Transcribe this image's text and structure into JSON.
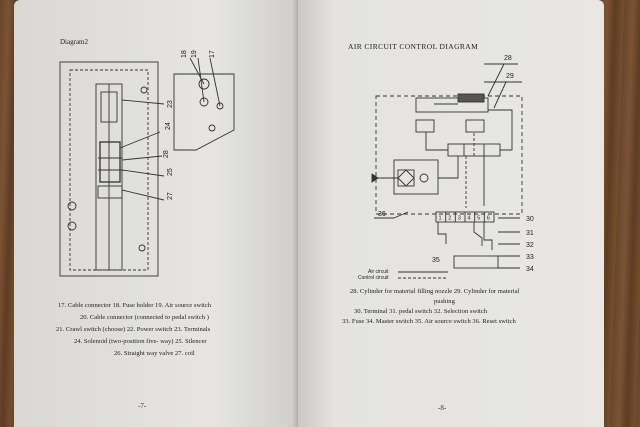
{
  "left_page": {
    "heading": "Diagram2",
    "callouts": [
      "18",
      "19",
      "17",
      "23",
      "24",
      "28",
      "25",
      "27"
    ],
    "captions": [
      "17. Cable connector  18. Fuse holder  19. Air source switch",
      "20. Cable connector (connected to pedal switch )",
      "21. Crawl switch (choose)  22. Power switch  23. Terminals",
      "24. Solenoid (two-position five- way)  25. Silencer",
      "26. Straight way valve  27. coil"
    ],
    "page_number": "-7-"
  },
  "right_page": {
    "title": "AIR CIRCUIT CONTROL DIAGRAM",
    "callouts": [
      "28",
      "29",
      "36",
      "30",
      "31",
      "32",
      "33",
      "34",
      "35"
    ],
    "terminal_labels": [
      "1",
      "2",
      "3",
      "4",
      "5",
      "6"
    ],
    "legend": [
      "Air circuit",
      "Control circuit"
    ],
    "captions": [
      "28. Cylinder for material filling nozzle  29. Cylinder for material",
      "pushing",
      "30. Terminal  31. pedal switch  32. Selection switch",
      "33. Fuse  34. Master switch  35. Air source switch  36. Reset switch"
    ],
    "page_number": "-8-"
  }
}
